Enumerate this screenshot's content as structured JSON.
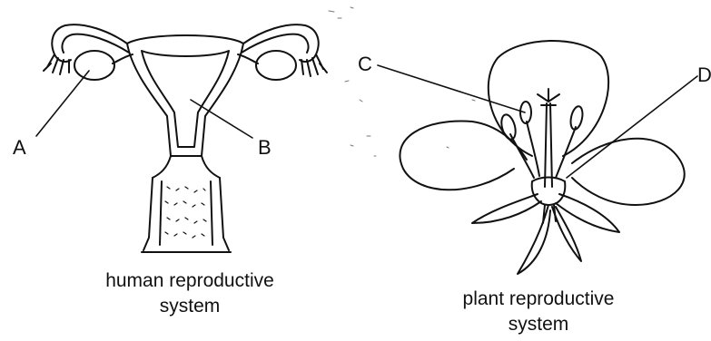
{
  "labels": {
    "a": "A",
    "b": "B",
    "c": "C",
    "d": "D"
  },
  "captions": {
    "human": {
      "line1": "human reproductive",
      "line2": "system"
    },
    "plant": {
      "line1": "plant reproductive",
      "line2": "system"
    }
  },
  "colors": {
    "ink": "#111111",
    "paper": "#ffffff"
  }
}
